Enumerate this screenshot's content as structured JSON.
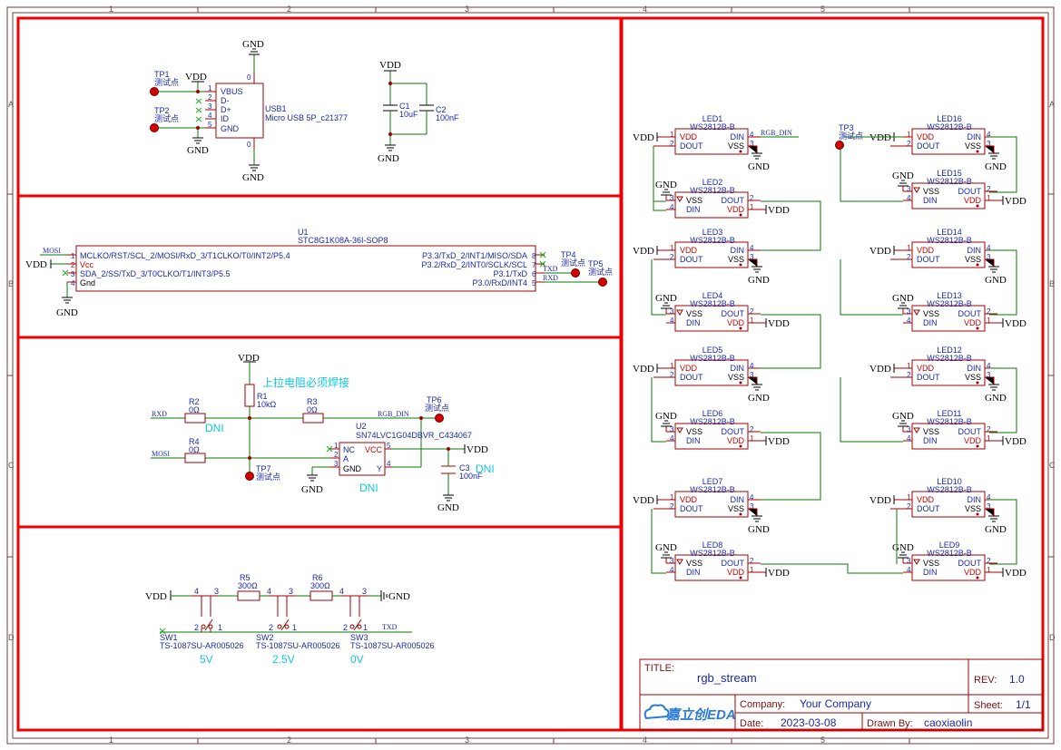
{
  "ruler": {
    "cols": [
      "1",
      "2",
      "3",
      "4",
      "5"
    ],
    "rows": [
      "A",
      "B",
      "C",
      "D"
    ]
  },
  "nets": {
    "gnd": "GND",
    "vdd": "VDD",
    "mosi": "MOSI",
    "rxd": "RXD",
    "txd": "TXD",
    "rgb_din": "RGB_DIN"
  },
  "usb": {
    "ref": "USB1",
    "value": "Micro USB 5P_c21377",
    "pins": [
      "VBUS",
      "D-",
      "D+",
      "ID",
      "GND"
    ],
    "nums": [
      "1",
      "2",
      "3",
      "4",
      "5"
    ],
    "shell": "0"
  },
  "testpoints": {
    "label": "测试点",
    "tp1": "TP1",
    "tp2": "TP2",
    "tp3": "TP3",
    "tp4": "TP4",
    "tp5": "TP5",
    "tp6": "TP6",
    "tp7": "TP7"
  },
  "caps": {
    "c1": "C1",
    "c1v": "10uF",
    "c2": "C2",
    "c2v": "100nF",
    "c3": "C3",
    "c3v": "100nF"
  },
  "mcu": {
    "ref": "U1",
    "value": "STC8G1K08A-36I-SOP8",
    "left": [
      "MCLKO/RST/SCL_2/MOSI/RxD_3/T1CLKO/T0/INT2/P5.4",
      "Vcc",
      "SDA_2/SS/TxD_3/T0CLKO/T1/INT3/P5.5",
      "Gnd"
    ],
    "right": [
      "P3.3/TxD_2/INT1/MISO/SDA",
      "P3.2/RxD_2/INT0/SCLK/SCL",
      "P3.1/TxD",
      "P3.0/RxD/INT4"
    ],
    "lnums": [
      "1",
      "2",
      "3",
      "4"
    ],
    "rnums": [
      "8",
      "7",
      "6",
      "5"
    ]
  },
  "res": {
    "r1": "R1",
    "r1v": "10kΩ",
    "r2": "R2",
    "r2v": "0Ω",
    "r3": "R3",
    "r3v": "0Ω",
    "r4": "R4",
    "r4v": "0Ω",
    "r5": "R5",
    "r5v": "300Ω",
    "r6": "R6",
    "r6v": "300Ω"
  },
  "notes": {
    "pullup": "上拉电阻必须焊接",
    "dni": "DNI"
  },
  "buffer": {
    "ref": "U2",
    "value": "SN74LVC1G04DBVR_C434067",
    "pins": [
      "NC",
      "A",
      "GND",
      "VCC",
      "Y"
    ],
    "nums": [
      "1",
      "2",
      "3",
      "5",
      "4"
    ]
  },
  "sw": {
    "sw1": "SW1",
    "sw2": "SW2",
    "sw3": "SW3",
    "value": "TS-1087SU-AR005026",
    "v1": "5V",
    "v2": "2.5V",
    "v3": "0V",
    "n1": "1",
    "n2": "2",
    "n3": "3",
    "n4": "4"
  },
  "led": {
    "value": "WS2812B-B",
    "vdd": "VDD",
    "din": "DIN",
    "dout": "DOUT",
    "vss": "VSS"
  },
  "title_block": {
    "title_label": "TITLE:",
    "title": "rgb_stream",
    "rev_label": "REV:",
    "rev": "1.0",
    "company_label": "Company:",
    "company": "Your Company",
    "sheet_label": "Sheet:",
    "sheet": "1/1",
    "date_label": "Date:",
    "date": "2023-03-08",
    "drawn_label": "Drawn By:",
    "drawn": "caoxiaolin",
    "logo": "嘉立创EDA"
  }
}
